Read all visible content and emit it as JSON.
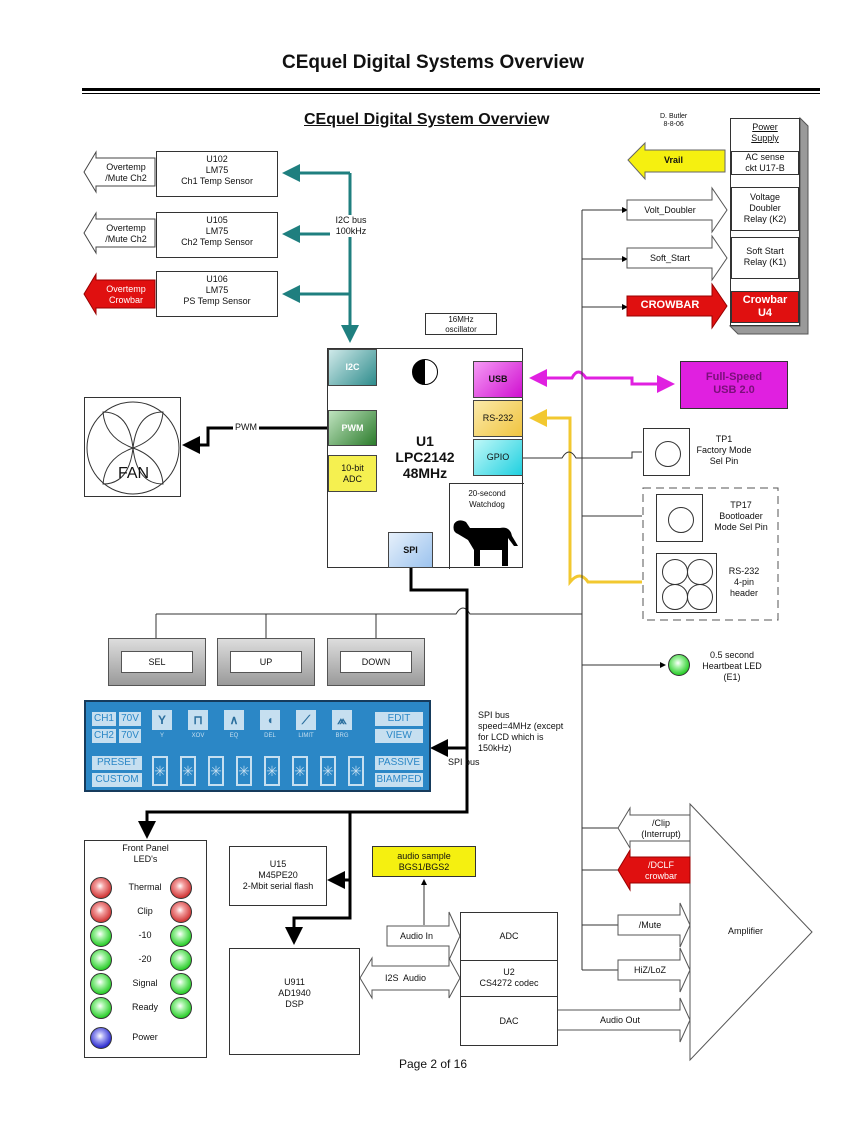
{
  "page": {
    "header_title": "CEquel Digital Systems Overview",
    "diagram_title": "CEquel Digital System Overvie",
    "diagram_title_tail": "w",
    "author": "D. Butler",
    "date": "8-8-06",
    "footer": "Page 2 of 16"
  },
  "colors": {
    "i2c_bus": "#1f7f7f",
    "usb": "#e020e0",
    "rs232": "#f2c830",
    "red_signal": "#e01010",
    "vrail": "#f5f010",
    "lcd_bg": "#2b87c6"
  },
  "temp_sensors": [
    {
      "line1": "U102",
      "line2": "LM75",
      "line3": "Ch1 Temp Sensor",
      "output_line1": "Overtemp",
      "output_line2": "/Mute Ch2",
      "output_style": "white"
    },
    {
      "line1": "U105",
      "line2": "LM75",
      "line3": "Ch2 Temp Sensor",
      "output_line1": "Overtemp",
      "output_line2": "/Mute Ch2",
      "output_style": "white"
    },
    {
      "line1": "U106",
      "line2": "LM75",
      "line3": "PS Temp Sensor",
      "output_line1": "Overtemp",
      "output_line2": "Crowbar",
      "output_style": "red"
    }
  ],
  "i2c_bus_label": {
    "line1": "I2C bus",
    "line2": "100kHz"
  },
  "oscillator": {
    "line1": "16MHz",
    "line2": "oscillator"
  },
  "mcu": {
    "line1": "U1",
    "line2": "LPC2142",
    "line3": "48MHz",
    "blocks": {
      "i2c": "I2C",
      "pwm": "PWM",
      "adc_line1": "10-bit",
      "adc_line2": "ADC",
      "usb": "USB",
      "rs232": "RS-232",
      "gpio": "GPIO",
      "spi": "SPI"
    },
    "watchdog": {
      "line1": "20-second",
      "line2": "Watchdog"
    }
  },
  "fan": {
    "label": "FAN",
    "pwm_label": "PWM"
  },
  "power_supply": {
    "title_line1": "Power",
    "title_line2": "Supply",
    "ac_sense_line1": "AC sense",
    "ac_sense_line2": "ckt U17-B",
    "vrail": "Vrail",
    "volt_doubler_signal": "Volt_Doubler",
    "volt_doubler_relay": [
      "Voltage",
      "Doubler",
      "Relay (K2)"
    ],
    "soft_start_signal": "Soft_Start",
    "soft_start_relay": [
      "Soft Start",
      "Relay (K1)"
    ],
    "crowbar_signal": "CROWBAR",
    "crowbar_block": [
      "Crowbar",
      "U4"
    ]
  },
  "usb_port": {
    "line1": "Full-Speed",
    "line2": "USB 2.0"
  },
  "test_points": {
    "tp1": [
      "TP1",
      "Factory Mode",
      "Sel Pin"
    ],
    "tp17": [
      "TP17",
      "Bootloader",
      "Mode Sel Pin"
    ],
    "rs232_header": [
      "RS-232",
      "4-pin",
      "header"
    ]
  },
  "heartbeat": [
    "0.5 second",
    "Heartbeat LED",
    "(E1)"
  ],
  "buttons": [
    "SEL",
    "UP",
    "DOWN"
  ],
  "lcd": {
    "ch1": "CH1",
    "ch2": "CH2",
    "v1": "70V",
    "v2": "70V",
    "icons": [
      {
        "glyph": "Y",
        "caption": "Y"
      },
      {
        "glyph": "⊓",
        "caption": "XOV"
      },
      {
        "glyph": "∧",
        "caption": "EQ"
      },
      {
        "glyph": "◖",
        "caption": "DEL"
      },
      {
        "glyph": "⟋",
        "caption": "LIMIT"
      },
      {
        "glyph": "⩕",
        "caption": "BRG"
      }
    ],
    "edit": "EDIT",
    "view": "VIEW",
    "preset": "PRESET",
    "custom": "CUSTOM",
    "passive": "PASSIVE",
    "biamped": "BIAMPED",
    "segment_glyph": "✳",
    "segment_count": 8
  },
  "spi_bus": {
    "note_line1": "SPI bus",
    "note_line2": "speed=4MHz (except",
    "note_line3": "for LCD which is",
    "note_line4": "150kHz)",
    "label": "SPI bus"
  },
  "front_panel": {
    "title_line1": "Front Panel",
    "title_line2": "LED's",
    "rows": [
      {
        "label": "Thermal",
        "color": "red",
        "pair": true
      },
      {
        "label": "Clip",
        "color": "red",
        "pair": true
      },
      {
        "label": "-10",
        "color": "green",
        "pair": true
      },
      {
        "label": "-20",
        "color": "green",
        "pair": true
      },
      {
        "label": "Signal",
        "color": "green",
        "pair": true
      },
      {
        "label": "Ready",
        "color": "green",
        "pair": true
      },
      {
        "label": "Power",
        "color": "blue",
        "pair": false
      }
    ]
  },
  "flash": [
    "U15",
    "M45PE20",
    "2-Mbit serial flash"
  ],
  "dsp": [
    "U911",
    "AD1940",
    "DSP"
  ],
  "audio_sample": [
    "audio sample",
    "BGS1/BGS2"
  ],
  "codec": {
    "adc": "ADC",
    "line1": "U2",
    "line2": "CS4272 codec",
    "dac": "DAC"
  },
  "audio_in": "Audio In",
  "i2s": "I2S  Audio",
  "audio_out": "Audio Out",
  "amplifier": {
    "label": "Amplifier",
    "clip_line1": "/Clip",
    "clip_line2": "(Interrupt)",
    "dclf_line1": "/DCLF",
    "dclf_line2": "crowbar",
    "mute": "/Mute",
    "hiz": "HiZ/LoZ"
  }
}
